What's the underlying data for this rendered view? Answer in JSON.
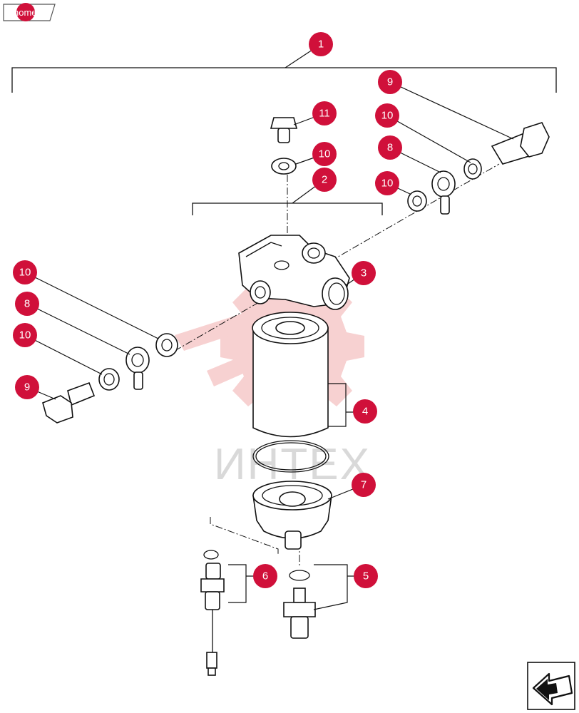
{
  "nav": {
    "home_label": "home"
  },
  "watermark": {
    "text": "ИНТЕХ"
  },
  "colors": {
    "callout": "#d0103a",
    "watermark_gear": "#f6c9c9",
    "watermark_text": "#d9d9d9"
  },
  "callouts": [
    {
      "id": "c1",
      "label": "1"
    },
    {
      "id": "c2",
      "label": "2"
    },
    {
      "id": "c3",
      "label": "3"
    },
    {
      "id": "c4",
      "label": "4"
    },
    {
      "id": "c5",
      "label": "5"
    },
    {
      "id": "c6",
      "label": "6"
    },
    {
      "id": "c7",
      "label": "7"
    },
    {
      "id": "c8a",
      "label": "8"
    },
    {
      "id": "c8b",
      "label": "8"
    },
    {
      "id": "c9a",
      "label": "9"
    },
    {
      "id": "c9b",
      "label": "9"
    },
    {
      "id": "c10a",
      "label": "10"
    },
    {
      "id": "c10b",
      "label": "10"
    },
    {
      "id": "c10c",
      "label": "10"
    },
    {
      "id": "c10d",
      "label": "10"
    },
    {
      "id": "c10e",
      "label": "10"
    },
    {
      "id": "c11",
      "label": "11"
    }
  ],
  "icons": {
    "next_page": "arrow-next-icon"
  }
}
